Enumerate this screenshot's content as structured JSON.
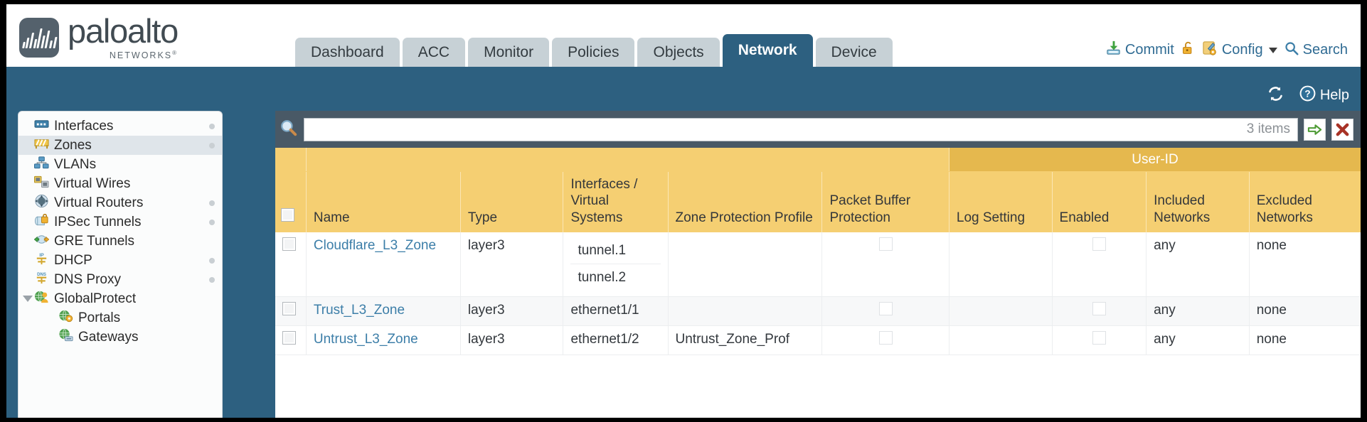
{
  "brand": {
    "name": "paloalto",
    "tagline": "NETWORKS",
    "registered": "®",
    "logo_icon": "paloalto-waveform-logo"
  },
  "nav": {
    "tabs": [
      {
        "label": "Dashboard",
        "active": false
      },
      {
        "label": "ACC",
        "active": false
      },
      {
        "label": "Monitor",
        "active": false
      },
      {
        "label": "Policies",
        "active": false
      },
      {
        "label": "Objects",
        "active": false
      },
      {
        "label": "Network",
        "active": true
      },
      {
        "label": "Device",
        "active": false
      }
    ]
  },
  "header_actions": {
    "commit": "Commit",
    "config": "Config",
    "search": "Search",
    "lock_icon": "unlock-icon",
    "commit_icon": "commit-save-icon",
    "config_icon": "config-wrench-icon",
    "search_icon": "magnifier-icon",
    "caret_icon": "chevron-down-icon"
  },
  "band": {
    "refresh_icon": "refresh-icon",
    "help_label": "Help",
    "help_icon": "question-circle-icon"
  },
  "sidebar": {
    "items": [
      {
        "label": "Interfaces",
        "icon": "interfaces-icon",
        "selected": false,
        "child": false,
        "dot": true,
        "twisty": false
      },
      {
        "label": "Zones",
        "icon": "zones-barrier-icon",
        "selected": true,
        "child": false,
        "dot": true,
        "twisty": false
      },
      {
        "label": "VLANs",
        "icon": "vlans-network-icon",
        "selected": false,
        "child": false,
        "dot": false,
        "twisty": false
      },
      {
        "label": "Virtual Wires",
        "icon": "virtual-wires-icon",
        "selected": false,
        "child": false,
        "dot": false,
        "twisty": false
      },
      {
        "label": "Virtual Routers",
        "icon": "virtual-routers-icon",
        "selected": false,
        "child": false,
        "dot": true,
        "twisty": false
      },
      {
        "label": "IPSec Tunnels",
        "icon": "ipsec-tunnel-lock-icon",
        "selected": false,
        "child": false,
        "dot": true,
        "twisty": false
      },
      {
        "label": "GRE Tunnels",
        "icon": "gre-tunnel-icon",
        "selected": false,
        "child": false,
        "dot": false,
        "twisty": false
      },
      {
        "label": "DHCP",
        "icon": "dhcp-ip-icon",
        "selected": false,
        "child": false,
        "dot": true,
        "twisty": false
      },
      {
        "label": "DNS Proxy",
        "icon": "dns-proxy-icon",
        "selected": false,
        "child": false,
        "dot": true,
        "twisty": false
      },
      {
        "label": "GlobalProtect",
        "icon": "globalprotect-icon",
        "selected": false,
        "child": false,
        "dot": false,
        "twisty": true
      },
      {
        "label": "Portals",
        "icon": "portals-icon",
        "selected": false,
        "child": true,
        "dot": false,
        "twisty": false
      },
      {
        "label": "Gateways",
        "icon": "gateways-icon",
        "selected": false,
        "child": true,
        "dot": false,
        "twisty": false
      }
    ]
  },
  "search": {
    "value": "",
    "placeholder": "",
    "items_count": "3 items",
    "apply_icon": "green-arrow-apply-icon",
    "clear_icon": "red-x-clear-icon",
    "magnifier_icon": "magnifier-icon"
  },
  "table": {
    "group_header": "User-ID",
    "columns": [
      "Name",
      "Type",
      "Interfaces / Virtual Systems",
      "Zone Protection Profile",
      "Packet Buffer Protection",
      "Log Setting",
      "Enabled",
      "Included Networks",
      "Excluded Networks"
    ],
    "rows": [
      {
        "name": "Cloudflare_L3_Zone",
        "type": "layer3",
        "interfaces": [
          "tunnel.1",
          "tunnel.2"
        ],
        "zone_protection_profile": "",
        "packet_buffer_protection": false,
        "log_setting": "",
        "userid_enabled": false,
        "included_networks": "any",
        "excluded_networks": "none"
      },
      {
        "name": "Trust_L3_Zone",
        "type": "layer3",
        "interfaces": [
          "ethernet1/1"
        ],
        "zone_protection_profile": "",
        "packet_buffer_protection": false,
        "log_setting": "",
        "userid_enabled": false,
        "included_networks": "any",
        "excluded_networks": "none"
      },
      {
        "name": "Untrust_L3_Zone",
        "type": "layer3",
        "interfaces": [
          "ethernet1/2"
        ],
        "zone_protection_profile": "Untrust_Zone_Prof",
        "packet_buffer_protection": false,
        "log_setting": "",
        "userid_enabled": false,
        "included_networks": "any",
        "excluded_networks": "none"
      }
    ]
  },
  "colors": {
    "brand_blue": "#2d6080",
    "header_yellow": "#f5cf72",
    "group_yellow": "#e5b84e",
    "link_blue": "#3c7ea8",
    "tab_inactive": "#c7d1d6"
  }
}
